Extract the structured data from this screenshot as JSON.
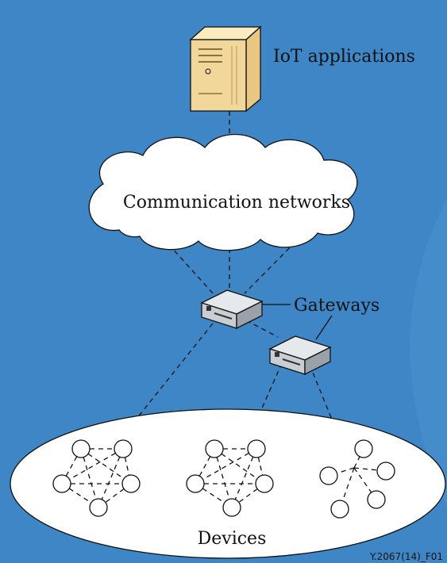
{
  "labels": {
    "iot_applications": "IoT applications",
    "communication_networks": "Communication networks",
    "gateways": "Gateways",
    "devices": "Devices",
    "figure_id": "Y.2067(14)_F01"
  },
  "colors": {
    "background": "#3f86c6",
    "cloud_fill": "#ffffff",
    "server_body": "#f1d79a",
    "gateway_body": "#c9ced3",
    "node_fill": "#ffffff"
  }
}
